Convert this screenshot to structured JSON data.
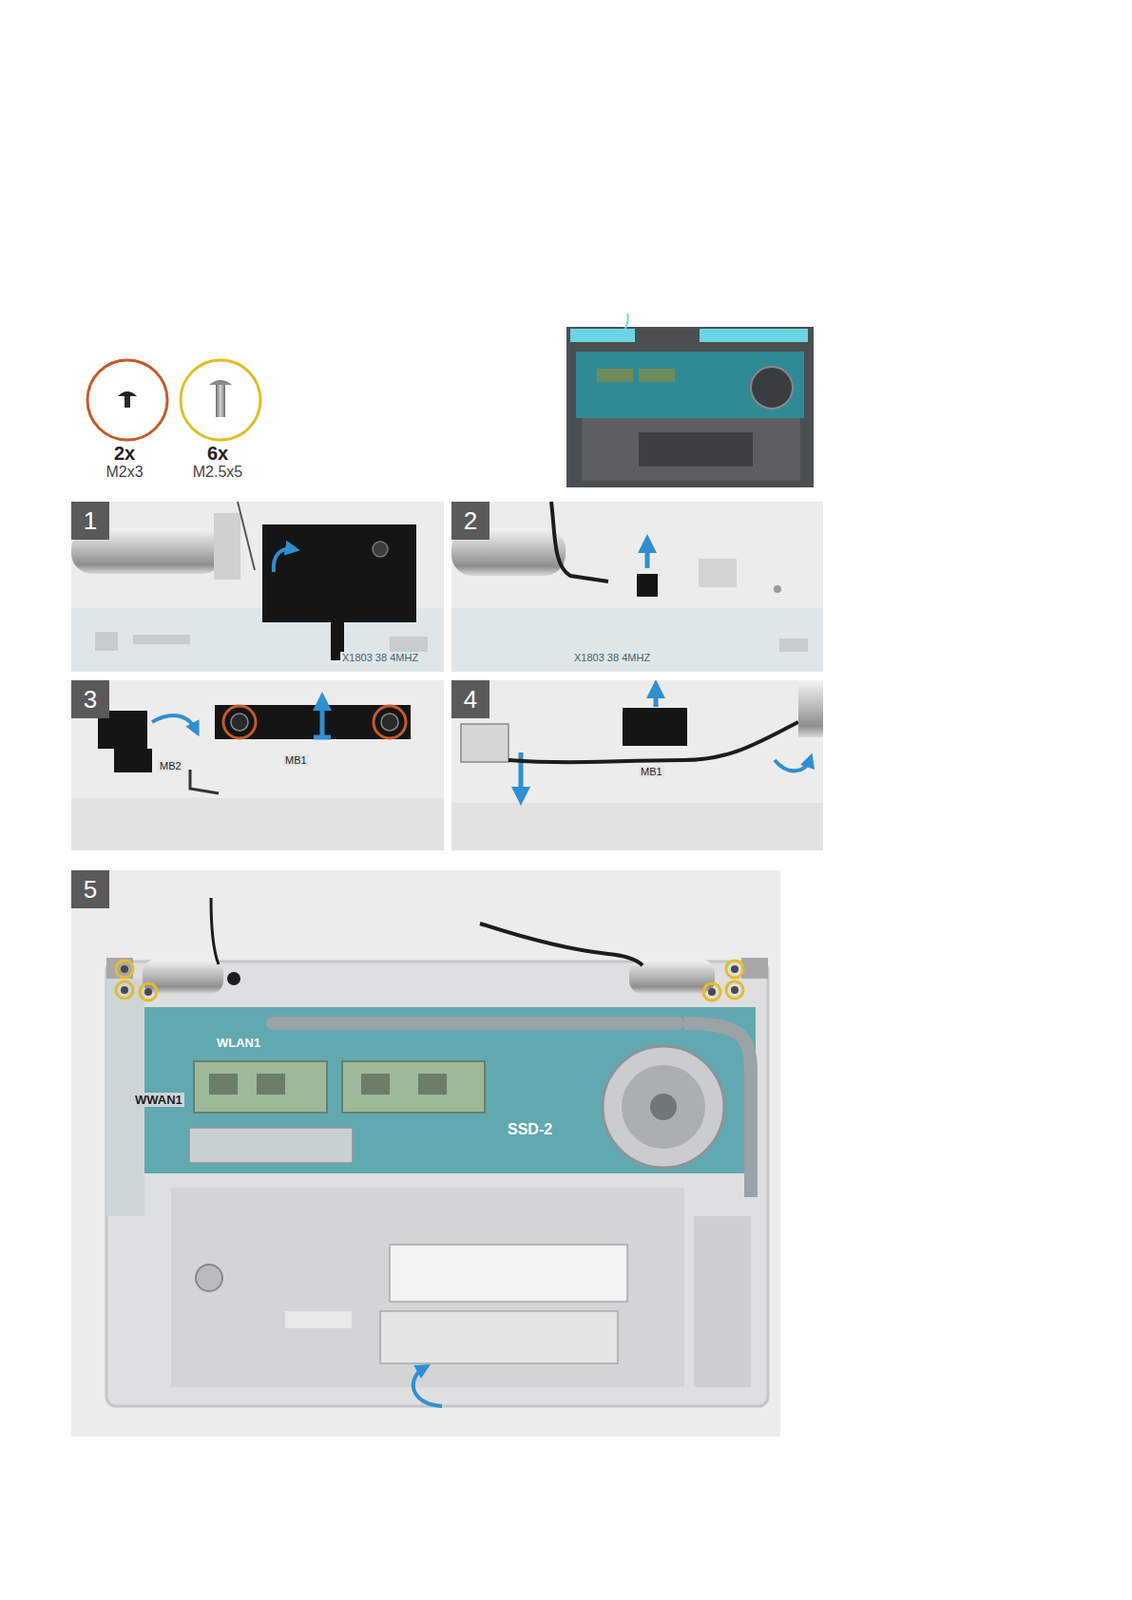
{
  "diagram": {
    "nodes": [
      {
        "text": [
          "2x",
          "M2x3"
        ]
      },
      {
        "text": [
          "6x",
          "M2.5x5"
        ]
      },
      {
        "text": [
          "1"
        ]
      },
      {
        "text": [
          "2"
        ]
      },
      {
        "text": [
          "3"
        ]
      },
      {
        "text": [
          "4"
        ]
      },
      {
        "text": [
          "5"
        ]
      }
    ],
    "labels": [
      "X1803 38 4MHZ",
      "X1803 38 4MHZ",
      "MB2",
      "MB1",
      "MB1",
      "WLAN1",
      "WWAN1",
      "SSD-2"
    ]
  }
}
